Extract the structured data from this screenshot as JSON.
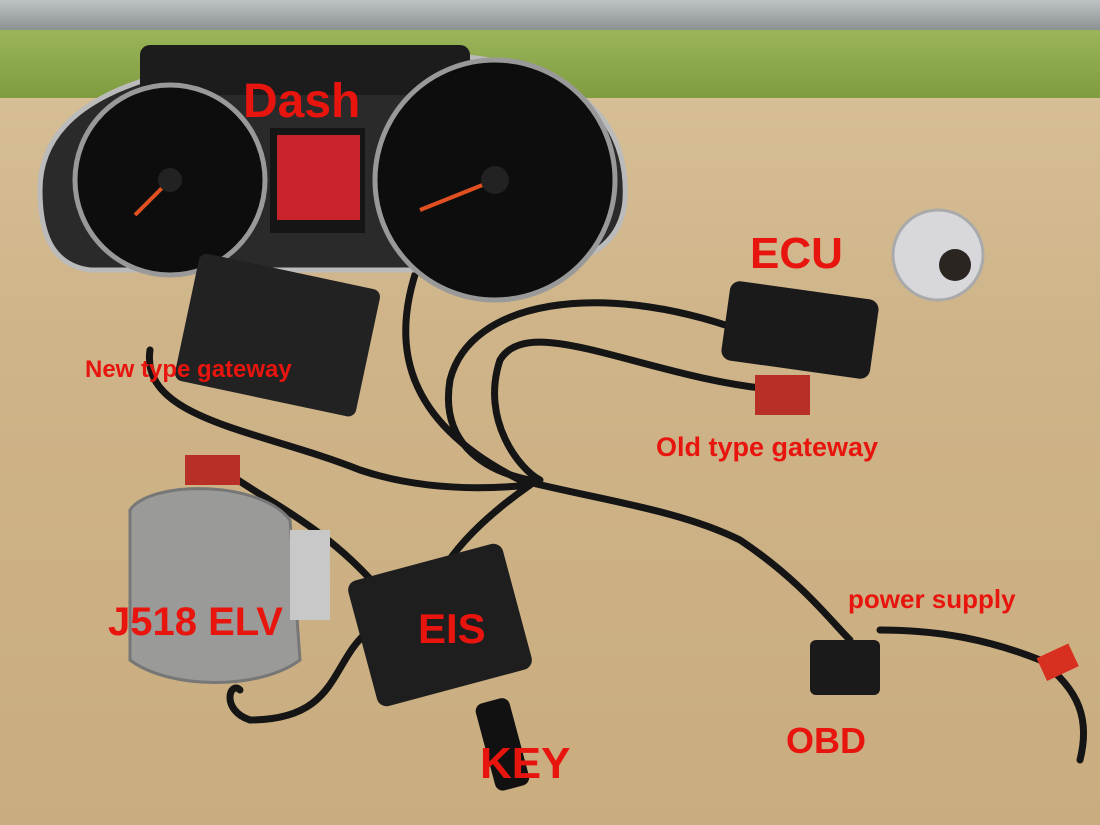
{
  "labels": {
    "dash": "Dash",
    "ecu": "ECU",
    "new_gateway": "New type gateway",
    "old_gateway": "Old type gateway",
    "elv": "J518 ELV",
    "eis": "EIS",
    "key": "KEY",
    "obd": "OBD",
    "power_supply": "power supply"
  },
  "colors": {
    "label": "#e8150f",
    "desk": "#cfb489",
    "wall": "#8aa84a"
  }
}
